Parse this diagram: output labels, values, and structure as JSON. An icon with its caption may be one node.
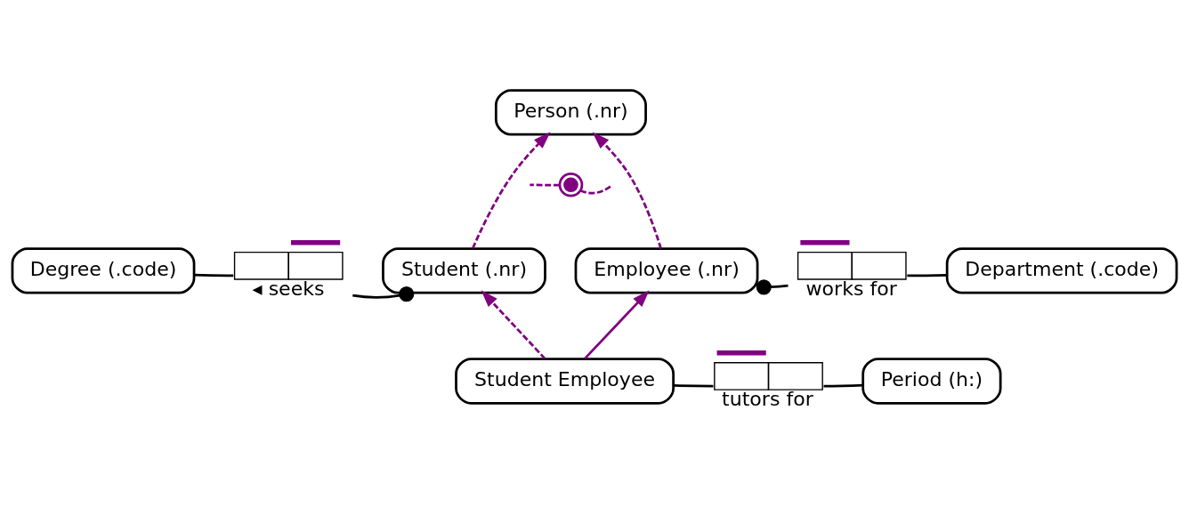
{
  "diagram": {
    "nodes": [
      {
        "text": [
          "Person (.nr)"
        ]
      },
      {
        "text": [],
        "shape": "circle"
      },
      {
        "text": [
          "Degree (.code)"
        ]
      },
      {
        "text": [],
        "shape": "box",
        "beside": [
          "◂ seeks"
        ]
      },
      {
        "text": [
          "Student (.nr)"
        ]
      },
      {
        "text": [
          "Employee (.nr)"
        ]
      },
      {
        "text": [],
        "shape": "box",
        "beside": [
          "works for"
        ]
      },
      {
        "text": [
          "Department (.code)"
        ]
      },
      {
        "text": [
          "Student Employee"
        ]
      },
      {
        "text": [],
        "shape": "box",
        "beside": [
          "tutors for"
        ]
      },
      {
        "text": [
          "Period (h:)"
        ]
      }
    ],
    "edges": [
      {
        "from": 4,
        "to": 0,
        "arrow": "to",
        "style": "dashed",
        "color": "#800080"
      },
      {
        "from": 5,
        "to": 0,
        "arrow": "to",
        "style": "dashed",
        "color": "#800080"
      },
      {
        "from": 2,
        "to": 3,
        "arrow": "none",
        "color": "#000000"
      },
      {
        "from": 4,
        "to": 3,
        "arrow": "other",
        "color": "#000000"
      },
      {
        "from": 5,
        "to": 6,
        "arrow": "other",
        "color": "#000000"
      },
      {
        "from": 6,
        "to": 7,
        "arrow": "none",
        "color": "#000000"
      },
      {
        "from": 8,
        "to": 4,
        "arrow": "to",
        "style": "dashed",
        "color": "#800080"
      },
      {
        "from": 8,
        "to": 5,
        "arrow": "to",
        "color": "#800080"
      },
      {
        "from": 8,
        "to": 9,
        "arrow": "none",
        "color": "#000000"
      },
      {
        "from": 9,
        "to": 10,
        "arrow": "none",
        "color": "#000000"
      },
      {
        "from": 1,
        "to": null,
        "arrow": "none",
        "style": "dashed",
        "color": "#800080"
      },
      {
        "from": 1,
        "to": null,
        "arrow": "none",
        "style": "dashed",
        "color": "#800080"
      }
    ]
  }
}
